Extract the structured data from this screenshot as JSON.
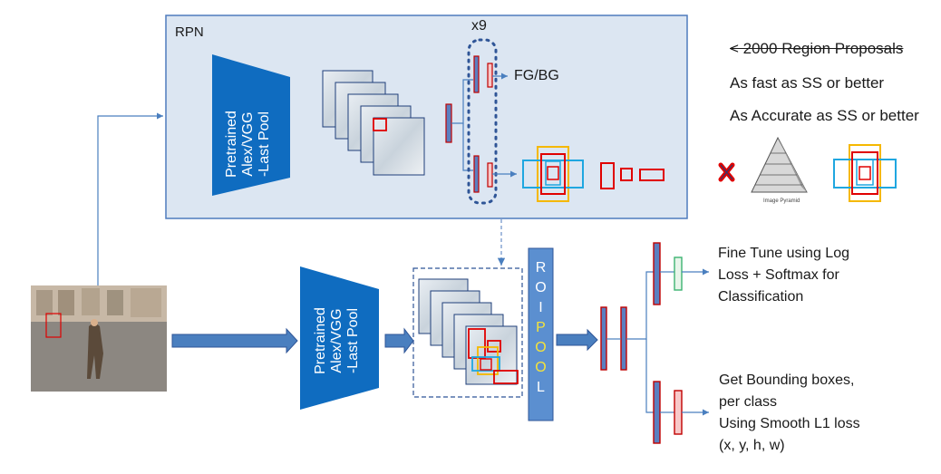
{
  "rpn": {
    "title": "RPN",
    "repeat_label": "x9",
    "cls_label": "FG/BG",
    "backbone_lines": [
      "Pretrained",
      "Alex/VGG",
      "-Last Pool"
    ]
  },
  "notes": {
    "line1": "< 2000 Region Proposals",
    "line2": "As fast as SS or better",
    "line3": "As Accurate as SS or better",
    "pyramid_caption": "Image Pyramid"
  },
  "main": {
    "backbone_lines": [
      "Pretrained",
      "Alex/VGG",
      "-Last Pool"
    ],
    "roi_pool_letters": [
      "R",
      "O",
      "I",
      "P",
      "O",
      "O",
      "L"
    ]
  },
  "outputs": {
    "classification": [
      "Fine Tune using Log",
      "Loss + Softmax for",
      "Classification"
    ],
    "bbox": [
      "Get Bounding boxes,",
      "per class",
      "Using Smooth L1 loss",
      "(x, y, h, w)"
    ]
  },
  "colors": {
    "rpn_panel": "#dce6f2",
    "rpn_border": "#4f7cbd",
    "backbone_blue": "#0f6cc0",
    "arrow_blue": "#4a7fbf",
    "fc_fill": "#5b7fc0",
    "fc_border": "#c00000",
    "box_red": "#e00000",
    "box_orange": "#f5b800",
    "box_cyan": "#1fa7e0",
    "cls_green": "#3cb371",
    "bbox_pink": "#f8c8c8",
    "reject_red": "#e00000"
  }
}
